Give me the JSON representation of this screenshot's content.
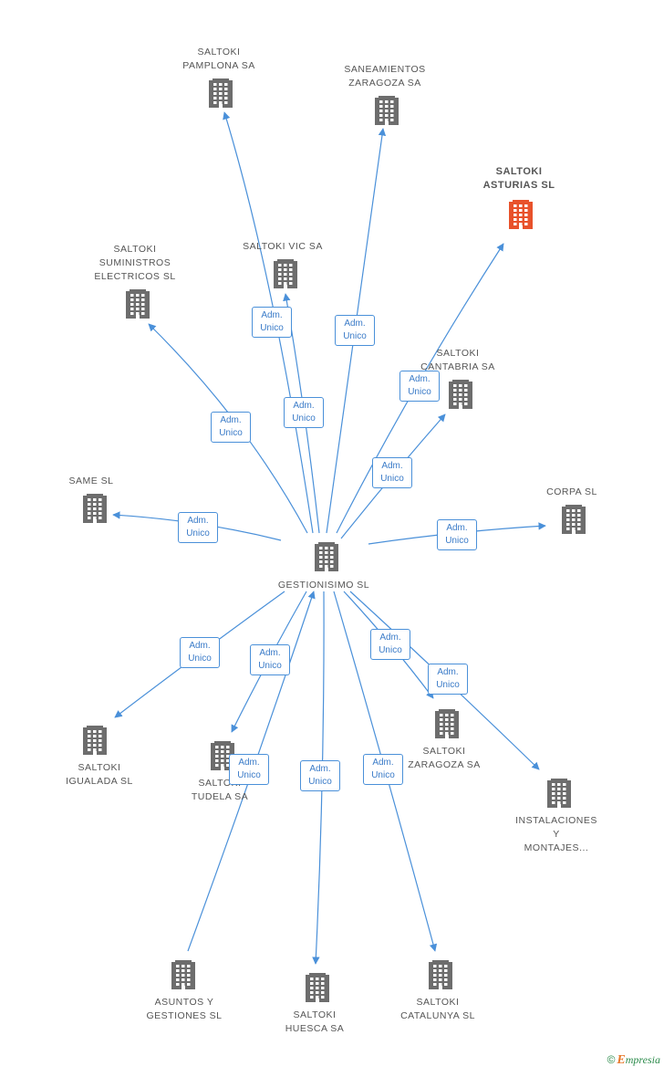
{
  "colors": {
    "edge": "#4a90d9",
    "building": "#6d6d6d",
    "highlight": "#e8522b",
    "label": "#555555"
  },
  "center": {
    "id": "gestionisimo",
    "lines": [
      "GESTIONISIMO SL"
    ]
  },
  "nodes": [
    {
      "id": "pamplona",
      "lines": [
        "SALTOKI",
        "PAMPLONA SA"
      ],
      "highlight": false
    },
    {
      "id": "saneamientos",
      "lines": [
        "SANEAMIENTOS",
        "ZARAGOZA SA"
      ],
      "highlight": false
    },
    {
      "id": "asturias",
      "lines": [
        "SALTOKI",
        "ASTURIAS  SL"
      ],
      "highlight": true
    },
    {
      "id": "suministros",
      "lines": [
        "SALTOKI",
        "SUMINISTROS",
        "ELECTRICOS SL"
      ],
      "highlight": false
    },
    {
      "id": "vic",
      "lines": [
        "SALTOKI VIC SA"
      ],
      "highlight": false
    },
    {
      "id": "cantabria",
      "lines": [
        "SALTOKI",
        "CANTABRIA SA"
      ],
      "highlight": false
    },
    {
      "id": "same",
      "lines": [
        "SAME SL"
      ],
      "highlight": false
    },
    {
      "id": "corpa",
      "lines": [
        "CORPA  SL"
      ],
      "highlight": false
    },
    {
      "id": "igualada",
      "lines": [
        "SALTOKI",
        "IGUALADA  SL"
      ],
      "highlight": false
    },
    {
      "id": "tudela",
      "lines": [
        "SALTOKI",
        "TUDELA SA"
      ],
      "highlight": false
    },
    {
      "id": "zaragoza",
      "lines": [
        "SALTOKI",
        "ZARAGOZA SA"
      ],
      "highlight": false
    },
    {
      "id": "instalaciones",
      "lines": [
        "INSTALACIONES",
        "Y",
        "MONTAJES..."
      ],
      "highlight": false
    },
    {
      "id": "asuntos",
      "lines": [
        "ASUNTOS Y",
        "GESTIONES SL"
      ],
      "highlight": false
    },
    {
      "id": "huesca",
      "lines": [
        "SALTOKI",
        "HUESCA SA"
      ],
      "highlight": false
    },
    {
      "id": "catalunya",
      "lines": [
        "SALTOKI",
        "CATALUNYA SL"
      ],
      "highlight": false
    }
  ],
  "edges": [
    {
      "to": "pamplona",
      "label": [
        "Adm.",
        "Unico"
      ]
    },
    {
      "to": "saneamientos",
      "label": [
        "Adm.",
        "Unico"
      ]
    },
    {
      "to": "asturias",
      "label": [
        "Adm.",
        "Unico"
      ]
    },
    {
      "to": "suministros",
      "label": [
        "Adm.",
        "Unico"
      ]
    },
    {
      "to": "vic",
      "label": [
        "Adm.",
        "Unico"
      ]
    },
    {
      "to": "cantabria",
      "label": [
        "Adm.",
        "Unico"
      ]
    },
    {
      "to": "same",
      "label": [
        "Adm.",
        "Unico"
      ]
    },
    {
      "to": "corpa",
      "label": [
        "Adm.",
        "Unico"
      ]
    },
    {
      "to": "igualada",
      "label": [
        "Adm.",
        "Unico"
      ]
    },
    {
      "to": "tudela",
      "label": [
        "Adm.",
        "Unico"
      ]
    },
    {
      "to": "zaragoza",
      "label": [
        "Adm.",
        "Unico"
      ]
    },
    {
      "to": "instalaciones",
      "label": [
        "Adm.",
        "Unico"
      ]
    },
    {
      "from": "asuntos",
      "to": "gestionisimo",
      "label": [
        "Adm.",
        "Unico"
      ]
    },
    {
      "to": "huesca",
      "label": [
        "Adm.",
        "Unico"
      ]
    },
    {
      "to": "catalunya",
      "label": [
        "Adm.",
        "Unico"
      ]
    }
  ],
  "footer": {
    "symbol": "©",
    "brand_initial": "E",
    "brand_rest": "mpresia"
  }
}
